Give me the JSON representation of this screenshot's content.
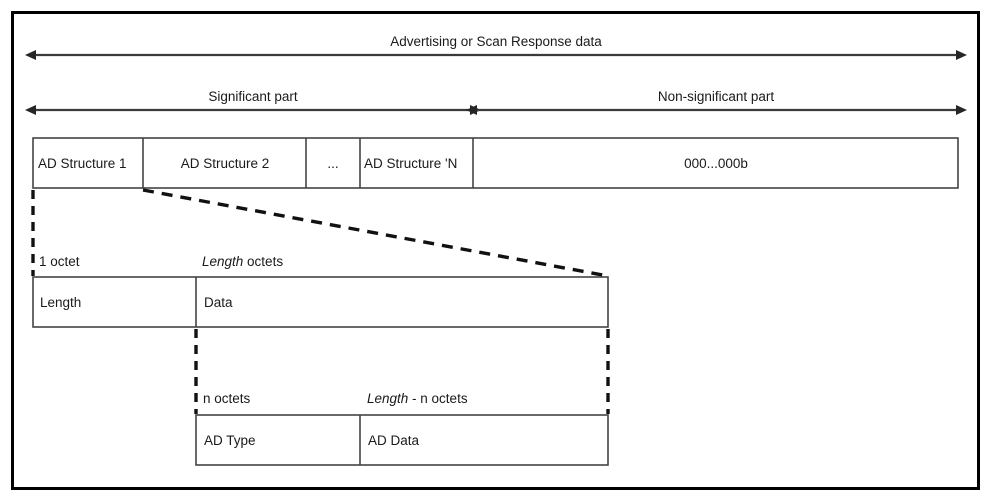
{
  "diagram": {
    "title_label": "Advertising or Scan Response data",
    "part_labels": {
      "significant": "Significant part",
      "non_significant": "Non-significant part"
    },
    "ad_row": {
      "cells": [
        {
          "label": "AD Structure 1"
        },
        {
          "label": "AD Structure 2"
        },
        {
          "label": "..."
        },
        {
          "label": "AD Structure 'N"
        },
        {
          "label": "000...000b"
        }
      ]
    },
    "structure_row": {
      "size_labels": {
        "first_italic": "",
        "first": "1 octet",
        "second_italic": "Length",
        "second": " octets"
      },
      "cells": [
        {
          "label": "Length"
        },
        {
          "label": "Data"
        }
      ]
    },
    "data_row": {
      "size_labels": {
        "first": "n octets",
        "second_italic": "Length",
        "second": " - n octets"
      },
      "cells": [
        {
          "label": "AD Type"
        },
        {
          "label": "AD Data"
        }
      ]
    },
    "colors": {
      "frame": "#000000",
      "line": "#333333",
      "box_border": "#444444",
      "text": "#1a1a1a",
      "background": "#ffffff"
    }
  }
}
